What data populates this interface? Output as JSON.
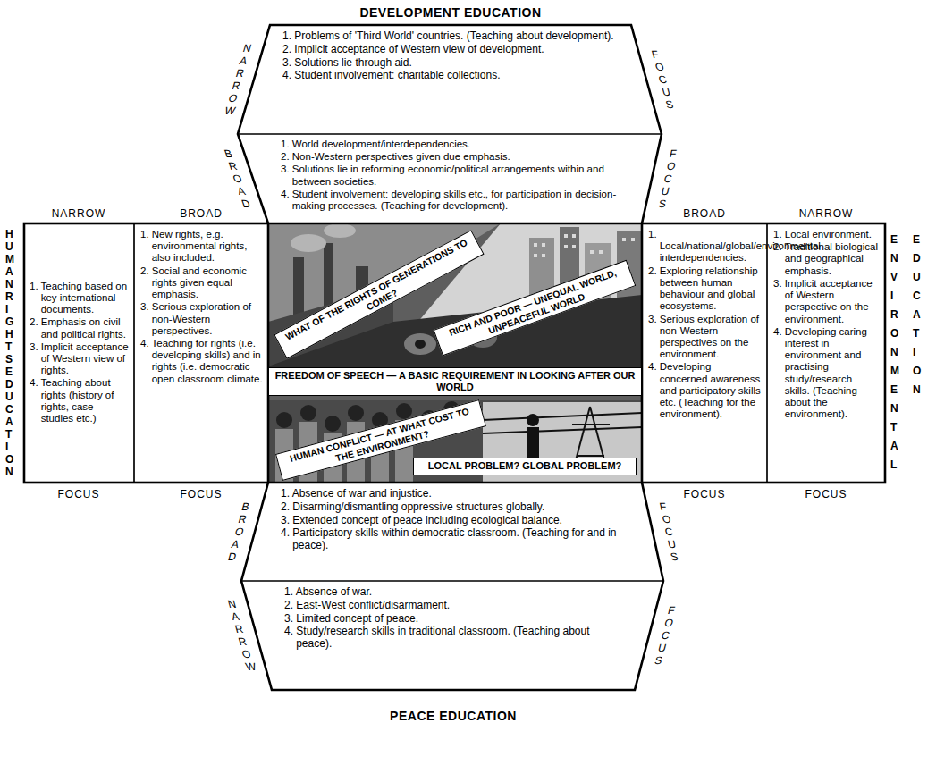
{
  "diagram": {
    "nodes": [
      {
        "text": [
          "DEVELOPMENT EDUCATION",
          "1. Problems of 'Third World' countries. (Teaching about development).",
          "2. Implicit acceptance of Western view of development.",
          "3. Solutions lie through aid.",
          "4. Student involvement: charitable collections."
        ]
      },
      {
        "text": [
          "1. World development/interdependencies.",
          "2. Non-Western perspectives given due emphasis.",
          "3. Solutions lie in reforming economic/political arrangements within and between societies.",
          "4. Student involvement: developing skills etc., for participation in decision-making processes. (Teaching for development)."
        ]
      },
      {
        "text": [
          "HUMAN RIGHTS EDUCATION",
          "1. Teaching based on key international documents.",
          "2. Emphasis on civil and political rights.",
          "3. Implicit acceptance of Western view of rights.",
          "4. Teaching about rights (history of rights, case studies etc.)"
        ]
      },
      {
        "text": [
          "1. New rights, e.g. environmental rights, also included.",
          "2. Social and economic rights given equal emphasis.",
          "3. Serious exploration of non-Western perspectives.",
          "4. Teaching for rights (i.e. developing skills) and in rights (i.e. democratic open classroom climate."
        ]
      },
      {
        "text": [
          "WHAT OF THE RIGHTS OF GENERATIONS TO COME?"
        ]
      },
      {
        "text": [
          "RICH AND POOR — UNEQUAL WORLD, UNPEACEFUL WORLD"
        ]
      },
      {
        "text": [
          "FREEDOM OF SPEECH — A BASIC REQUIREMENT IN LOOKING AFTER OUR WORLD"
        ]
      },
      {
        "text": [
          "HUMAN CONFLICT — AT WHAT COST TO THE ENVIRONMENT?"
        ]
      },
      {
        "text": [
          "LOCAL PROBLEM? GLOBAL PROBLEM?"
        ]
      },
      {
        "text": [
          "1. Local/national/global/environmental interdependencies.",
          "2. Exploring relationship between human behaviour and global ecosystems.",
          "3. Serious exploration of non-Western perspectives on the environment.",
          "4. Developing concerned awareness and participatory skills etc. (Teaching for the environment)."
        ]
      },
      {
        "text": [
          "ENVIRONMENTAL EDUCATION",
          "1. Local environment.",
          "2. Traditional biological and geographical emphasis.",
          "3. Implicit acceptance of Western perspective on the environment.",
          "4. Developing caring interest in environment and practising study/research skills. (Teaching about the environment)."
        ]
      },
      {
        "text": [
          "1. Absence of war and injustice.",
          "2. Disarming/dismantling oppressive structures globally.",
          "3. Extended concept of peace including ecological balance.",
          "4. Participatory skills within democratic classroom. (Teaching for and in peace)."
        ]
      },
      {
        "text": [
          "PEACE EDUCATION",
          "1. Absence of war.",
          "2. East-West conflict/disarmament.",
          "3. Limited concept of peace.",
          "4. Study/research skills in traditional classroom. (Teaching about peace)."
        ]
      }
    ],
    "labels": [
      "NARROW",
      "BROAD",
      "FOCUS",
      "FOCUS",
      "NARROW",
      "BROAD",
      "FOCUS",
      "FOCUS",
      "BROAD",
      "NARROW",
      "FOCUS",
      "FOCUS",
      "BROAD",
      "NARROW",
      "FOCUS",
      "FOCUS"
    ]
  }
}
